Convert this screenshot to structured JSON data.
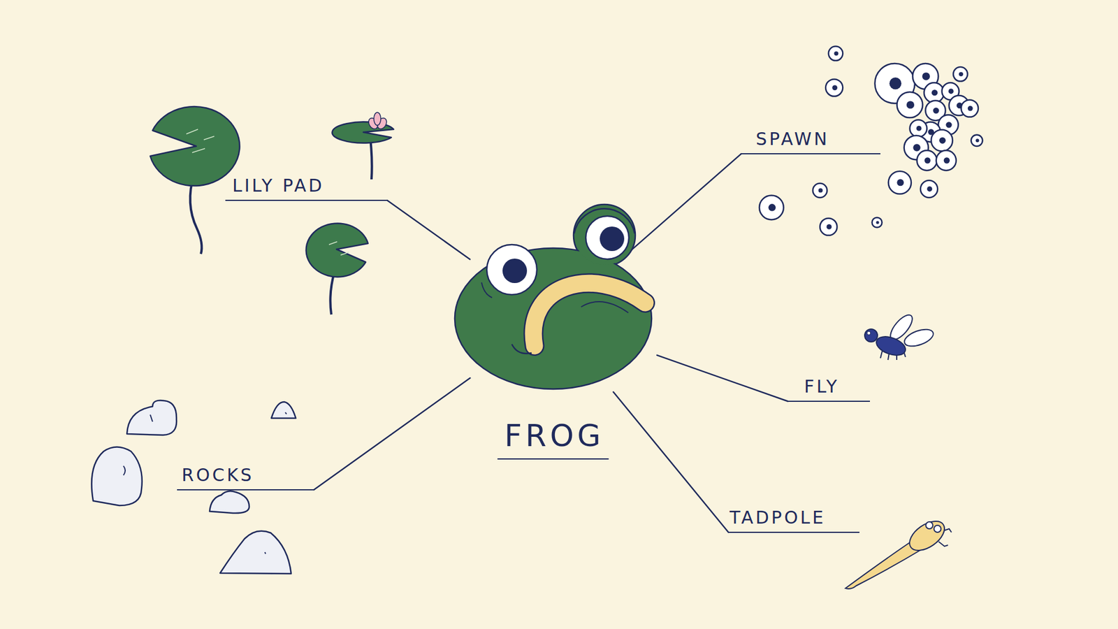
{
  "diagram": {
    "nodes": [
      {
        "text": [
          "FROG"
        ]
      },
      {
        "text": [
          "LILY PAD"
        ]
      },
      {
        "text": [
          "SPAWN"
        ]
      },
      {
        "text": [
          "FLY"
        ]
      },
      {
        "text": [
          "TADPOLE"
        ]
      },
      {
        "text": [
          "ROCKS"
        ]
      }
    ],
    "edges": [
      {
        "from": 0,
        "to": 1,
        "arrow": "none"
      },
      {
        "from": 0,
        "to": 2,
        "arrow": "none"
      },
      {
        "from": 0,
        "to": 3,
        "arrow": "none"
      },
      {
        "from": 0,
        "to": 4,
        "arrow": "none"
      },
      {
        "from": 0,
        "to": 5,
        "arrow": "none"
      }
    ]
  }
}
